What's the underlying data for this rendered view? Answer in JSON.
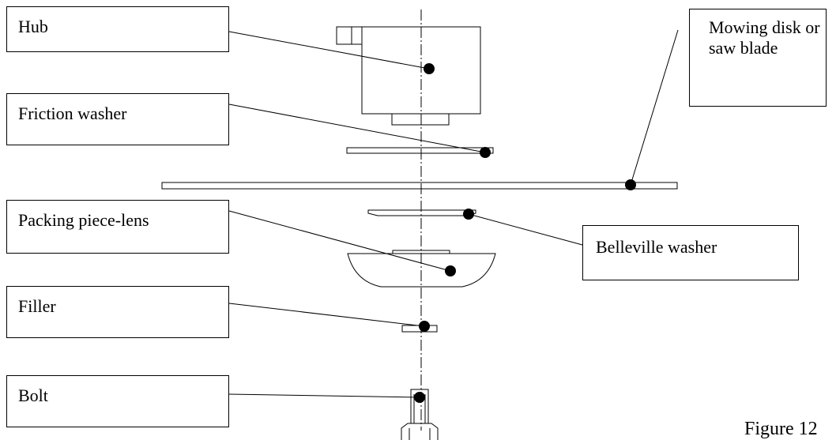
{
  "labels": {
    "hub": "Hub",
    "friction_washer": "Friction washer",
    "packing_piece_lens": "Packing piece-lens",
    "filler": "Filler",
    "bolt": "Bolt",
    "mowing_disk": "Mowing disk or saw blade",
    "belleville_washer": "Belleville washer"
  },
  "caption": "Figure 12"
}
